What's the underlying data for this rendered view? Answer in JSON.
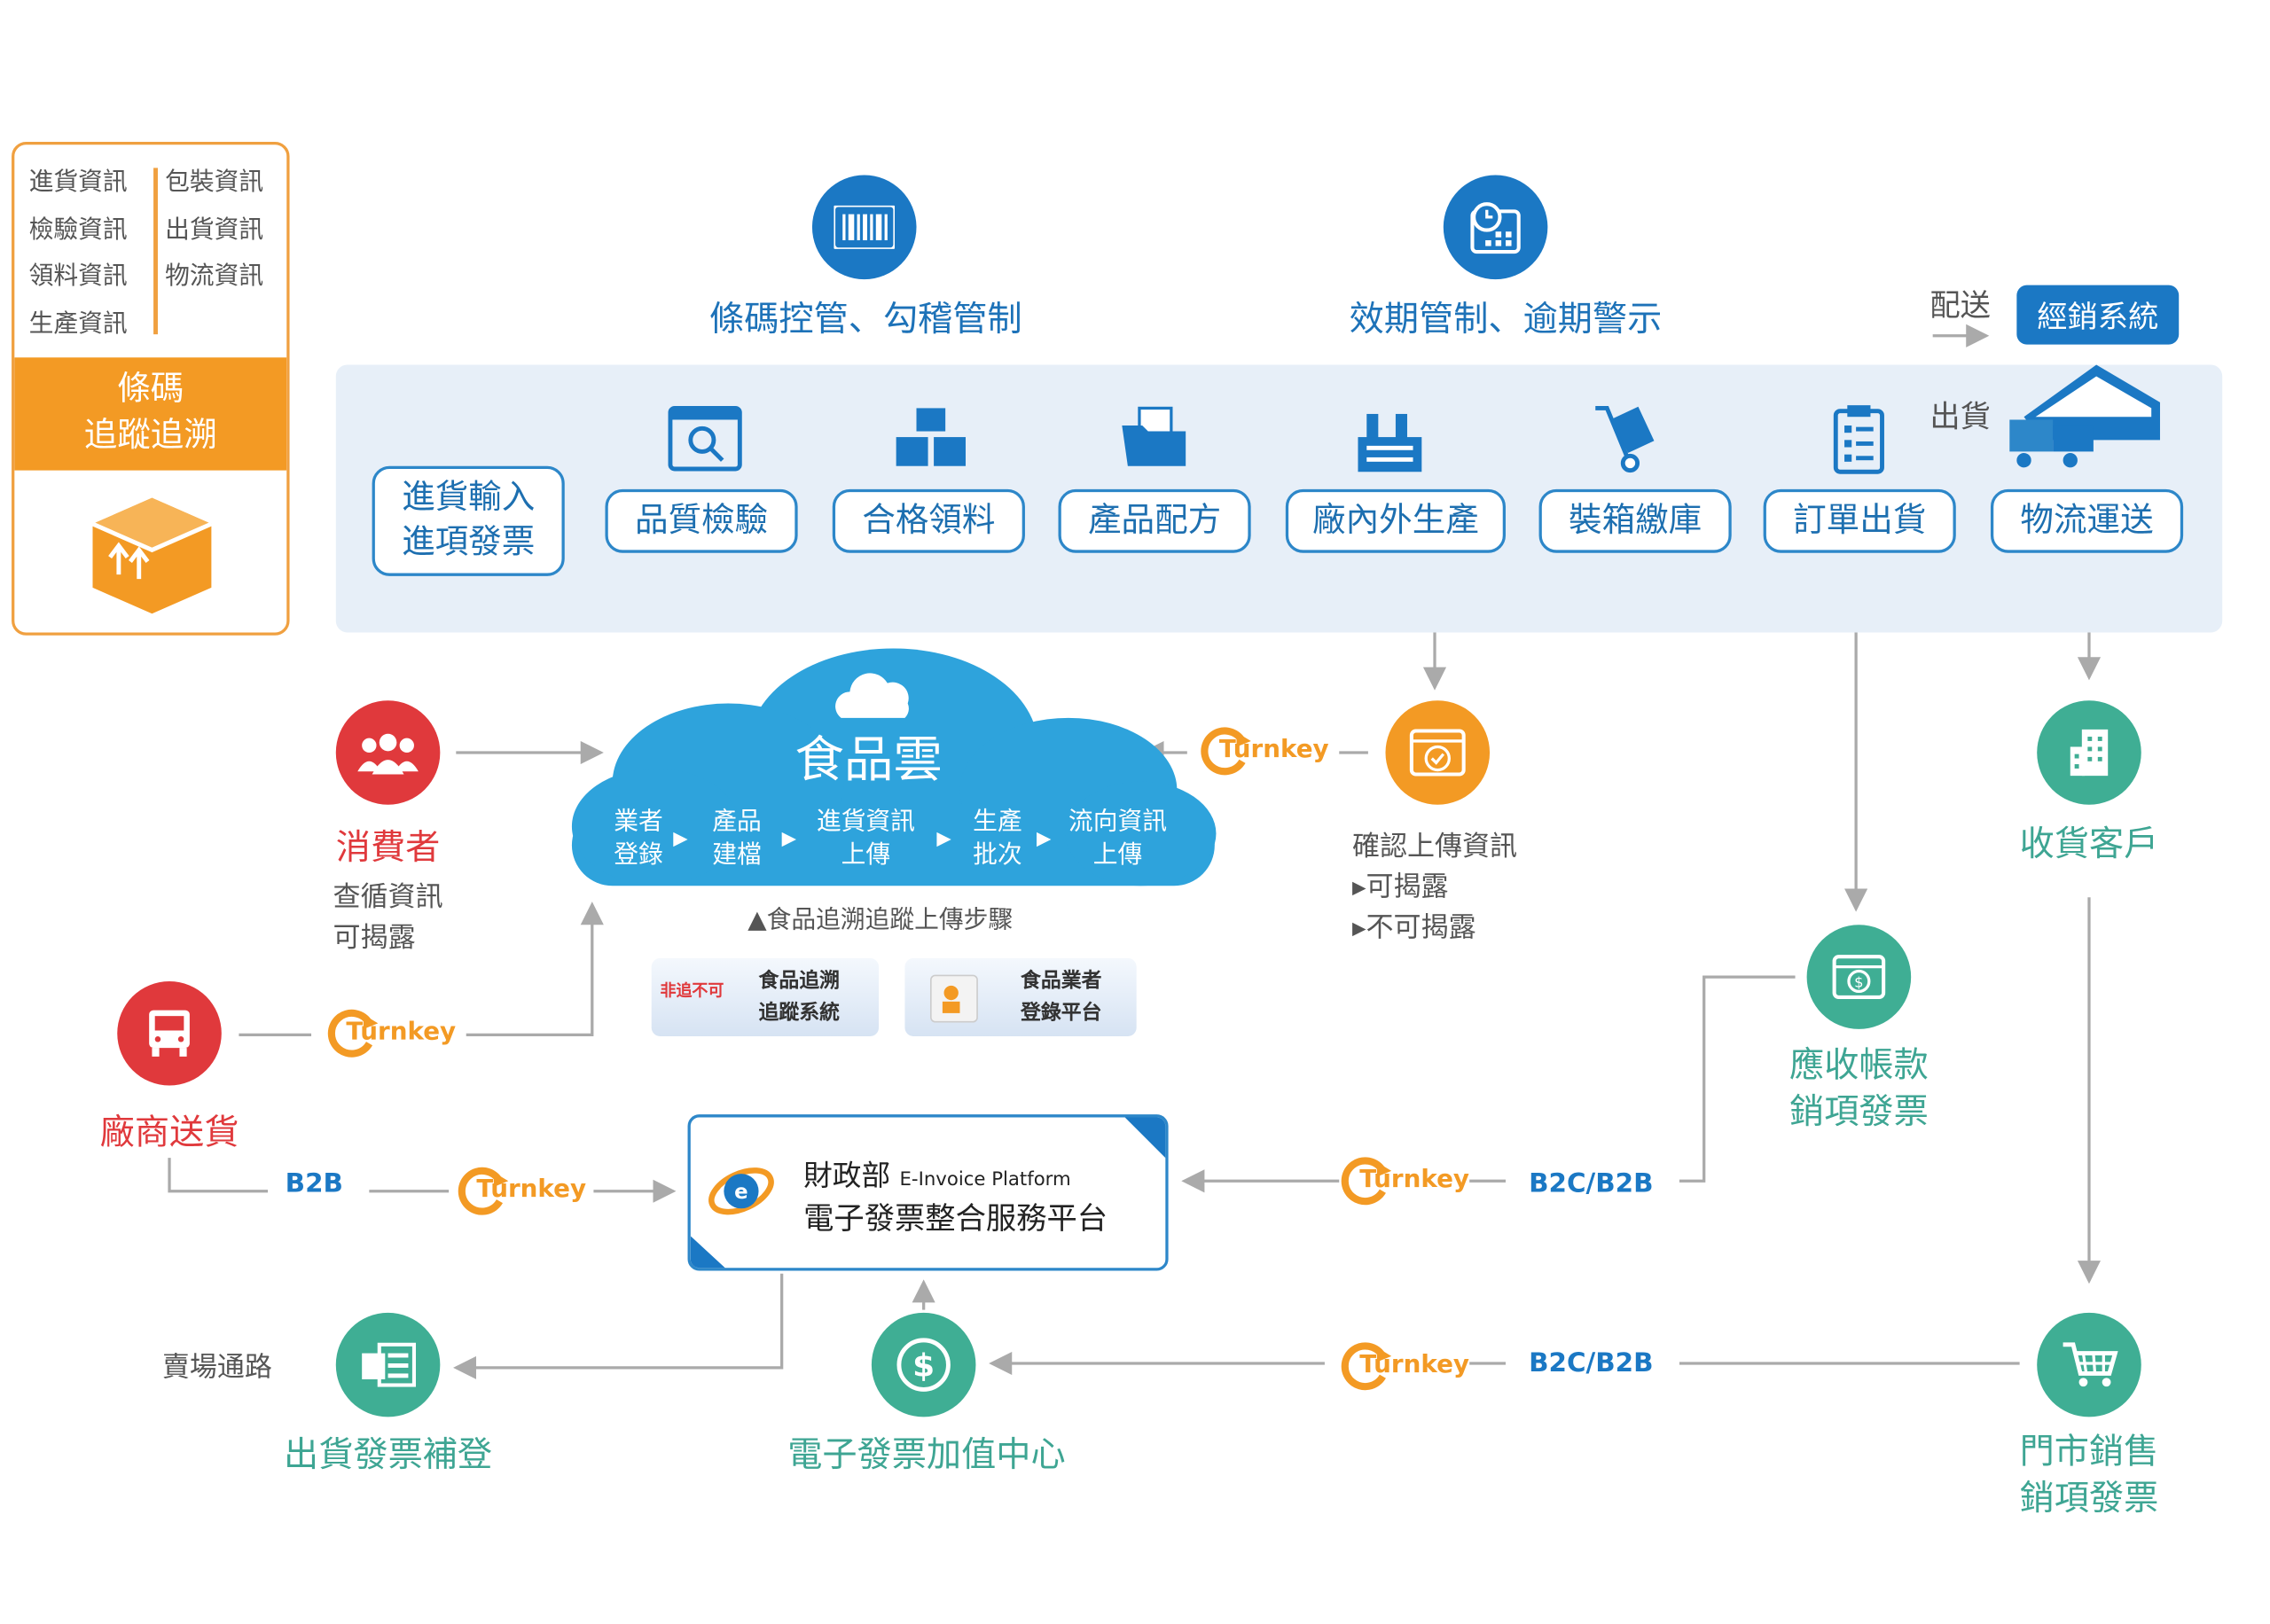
{
  "info_box": {
    "left_items": [
      "進貨資訊",
      "檢驗資訊",
      "領料資訊",
      "生產資訊"
    ],
    "right_items": [
      "包裝資訊",
      "出貨資訊",
      "物流資訊"
    ],
    "title_line1": "條碼",
    "title_line2": "追蹤追溯"
  },
  "top_features": {
    "barcode": "條碼控管、勾稽管制",
    "expiry": "效期管制、逾期警示"
  },
  "distribution": {
    "deliver": "配送",
    "ship": "出貨",
    "system_button": "經銷系統"
  },
  "process_steps": [
    {
      "line1": "進貨輸入",
      "line2": "進項發票"
    },
    {
      "line1": "品質檢驗"
    },
    {
      "line1": "合格領料"
    },
    {
      "line1": "產品配方"
    },
    {
      "line1": "廠內外生產"
    },
    {
      "line1": "裝箱繳庫"
    },
    {
      "line1": "訂單出貨"
    },
    {
      "line1": "物流運送"
    }
  ],
  "cloud": {
    "title": "食品雲",
    "steps": [
      {
        "line1": "業者",
        "line2": "登錄"
      },
      {
        "line1": "產品",
        "line2": "建檔"
      },
      {
        "line1": "進貨資訊",
        "line2": "上傳"
      },
      {
        "line1": "生產",
        "line2": "批次"
      },
      {
        "line1": "流向資訊",
        "line2": "上傳"
      }
    ],
    "caption": "▲食品追溯追蹤上傳步驟",
    "system1": {
      "line1": "食品追溯",
      "line2": "追蹤系統",
      "logo_text": "非追不可"
    },
    "system2": {
      "line1": "食品業者",
      "line2": "登錄平台"
    }
  },
  "consumer": {
    "label": "消費者",
    "desc1": "查循資訊",
    "desc2": "可揭露"
  },
  "supplier": {
    "label": "廠商送貨"
  },
  "confirm": {
    "title": "確認上傳資訊",
    "opt1": "▸可揭露",
    "opt2": "▸不可揭露"
  },
  "receiver": {
    "label": "收貨客戶"
  },
  "receivable": {
    "line1": "應收帳款",
    "line2": "銷項發票"
  },
  "turnkey": "Turnkey",
  "einvoice": {
    "ministry": "財政部",
    "platform_en": "E-Invoice Platform",
    "platform_zh": "電子發票整合服務平台"
  },
  "tags": {
    "b2b": "B2B",
    "b2c_b2b": "B2C/B2B"
  },
  "bottom": {
    "channel": "賣場通路",
    "supplement": "出貨發票補登",
    "value_center": "電子發票加值中心",
    "store_line1": "門市銷售",
    "store_line2": "銷項發票"
  },
  "colors": {
    "blue": "#1b78c4",
    "orange": "#f39a24",
    "red": "#e0393c",
    "green": "#3fae94",
    "panel": "#e7eff8"
  }
}
